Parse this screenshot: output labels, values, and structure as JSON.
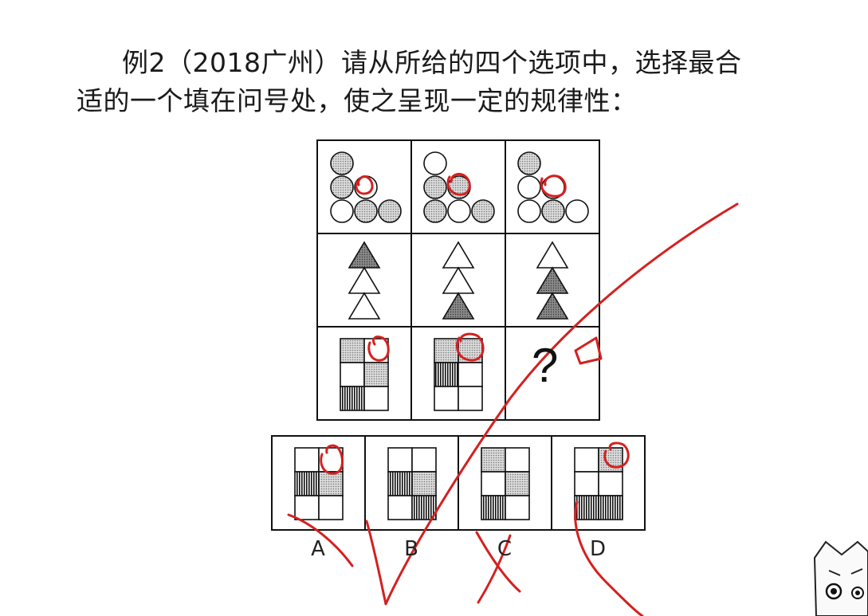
{
  "question": {
    "line1": "例2（2018广州）请从所给的四个选项中，选择最合",
    "line2": "适的一个填在问号处，使之呈现一定的规律性："
  },
  "puzzle": {
    "missing_mark": "?"
  },
  "options": [
    {
      "label": "A"
    },
    {
      "label": "B"
    },
    {
      "label": "C"
    },
    {
      "label": "D"
    }
  ],
  "colors": {
    "ink": "#111111",
    "annotation": "#d42020",
    "dotted_fill": "#c8c8c8",
    "triangle_fill": "#7a7a7a"
  }
}
